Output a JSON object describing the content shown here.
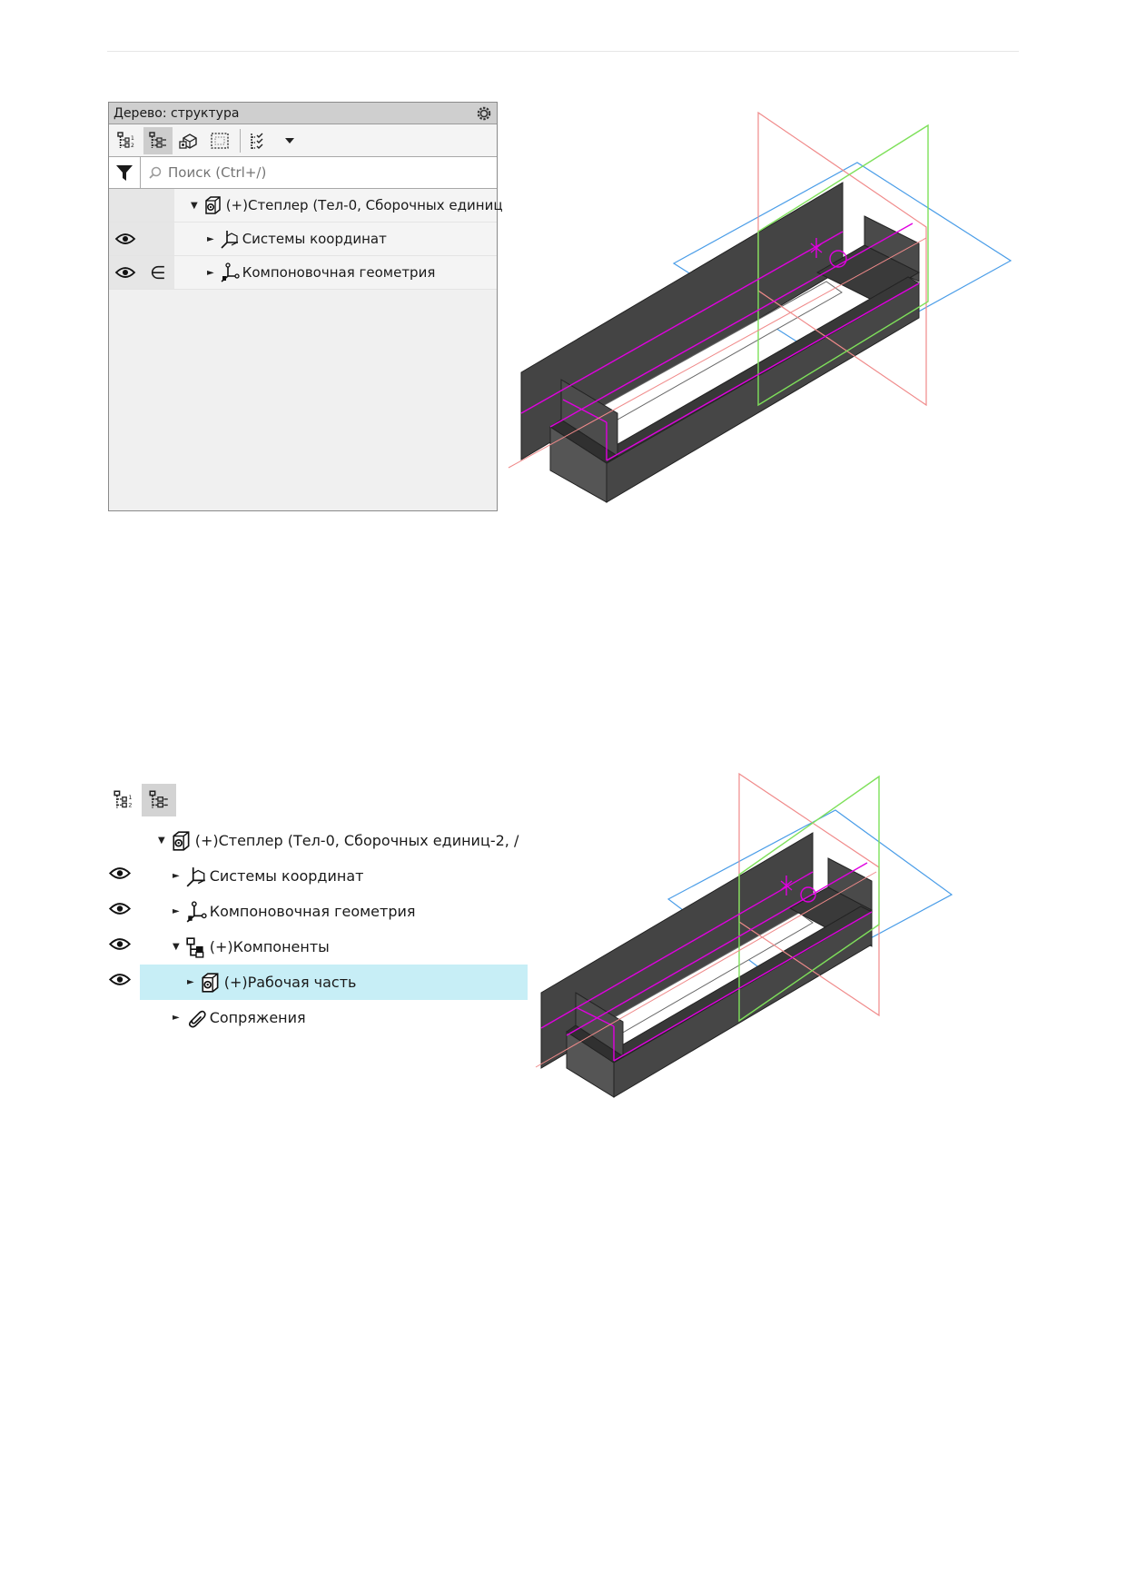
{
  "panel1": {
    "title": "Дерево: структура",
    "search_placeholder": "Поиск (Ctrl+/)",
    "toolbar_icons": [
      "structure-tree-icon",
      "structure-tree-alt-icon",
      "parts-icon",
      "selection-icon",
      "filter-list-icon",
      "dropdown-arrow-icon"
    ],
    "rows": [
      {
        "label": "(+)Степлер (Тел-0, Сборочных единиц",
        "expanded": true,
        "icon": "assembly-icon"
      },
      {
        "label": "Системы координат",
        "expanded": false,
        "icon": "coordinate-system-icon",
        "visible": true
      },
      {
        "label": "Компоновочная геометрия",
        "expanded": false,
        "icon": "layout-geometry-icon",
        "visible": true,
        "membership": "∈"
      }
    ]
  },
  "panel2": {
    "rows": [
      {
        "label": "(+)Степлер (Тел-0, Сборочных единиц-2, /",
        "expanded": true,
        "icon": "assembly-icon"
      },
      {
        "label": "Системы координат",
        "expanded": false,
        "icon": "coordinate-system-icon",
        "visible": true
      },
      {
        "label": "Компоновочная геометрия",
        "expanded": false,
        "icon": "layout-geometry-icon",
        "visible": true
      },
      {
        "label": "(+)Компоненты",
        "expanded": true,
        "icon": "components-icon",
        "visible": true
      },
      {
        "label": "(+)Рабочая часть",
        "expanded": false,
        "icon": "part-icon",
        "visible": true,
        "selected": true
      },
      {
        "label": "Сопряжения",
        "expanded": false,
        "icon": "paperclip-icon"
      }
    ]
  },
  "colors": {
    "panel_title_bg": "#cfcfcf",
    "selection_highlight": "#c7eef6",
    "model_body": "#3d3d3d",
    "sketch_lines": "#e000e0",
    "plane_red": "#f08a8a",
    "plane_green": "#7ee05a",
    "plane_blue": "#4a9de8"
  }
}
